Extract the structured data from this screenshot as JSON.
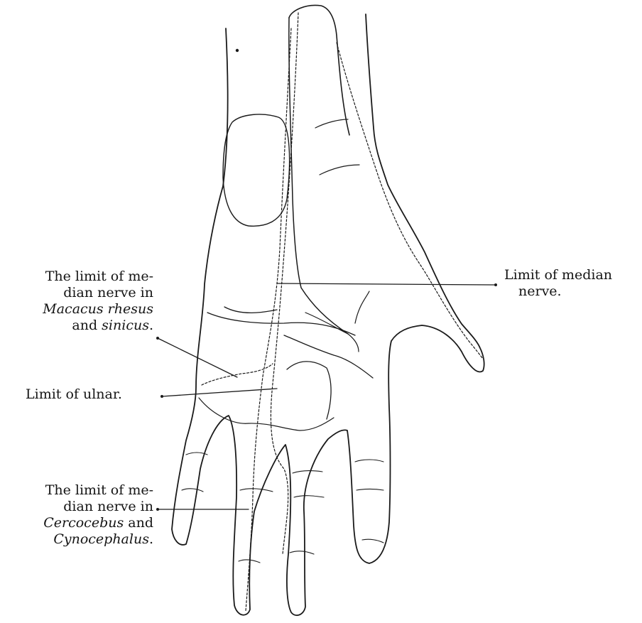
{
  "figure": {
    "labels": {
      "median_limit": {
        "line1": "Limit of median",
        "line2": "nerve."
      },
      "macacus": {
        "line1": "The limit of me-",
        "line2": "dian nerve in",
        "line3_italic": "Macacus rhesus",
        "line4_plain": "and ",
        "line4_italic": "sinicus",
        "line4_end": "."
      },
      "ulnar": {
        "line1": "Limit of ulnar."
      },
      "cercocebus": {
        "line1": "The limit of me-",
        "line2": "dian nerve in",
        "line3_italic": "Cercocebus",
        "line3_plain": " and",
        "line4_italic": "Cynocephalus",
        "line4_end": "."
      }
    },
    "colors": {
      "ink": "#1a1a1a",
      "background": "#ffffff"
    }
  }
}
